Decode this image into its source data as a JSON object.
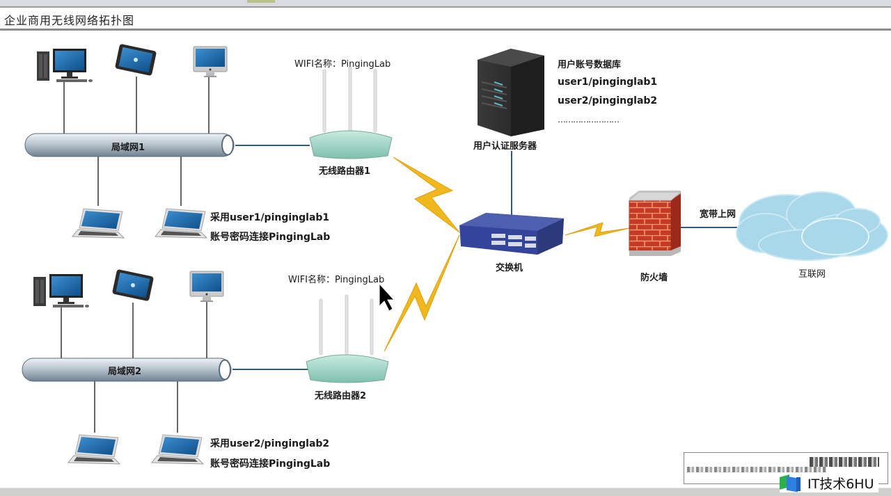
{
  "window": {
    "title": "企业商用无线网络拓扑图"
  },
  "diagram": {
    "lans": [
      {
        "label": "局域网1"
      },
      {
        "label": "局域网2"
      }
    ],
    "routers": [
      {
        "label": "无线路由器1",
        "wifi_label": "WIFI名称：PingingLab"
      },
      {
        "label": "无线路由器2",
        "wifi_label": "WIFI名称：PingingLab"
      }
    ],
    "lan1_note": [
      "采用user1/pinginglab1",
      "账号密码连接PingingLab"
    ],
    "lan2_note": [
      "采用user2/pinginglab2",
      "账号密码连接PingingLab"
    ],
    "auth_server": {
      "label": "用户认证服务器",
      "db_title": "用户账号数据库",
      "accounts": [
        "user1/pinginglab1",
        "user2/pinginglab2",
        "……………………"
      ]
    },
    "switch": {
      "label": "交换机"
    },
    "firewall": {
      "label": "防火墙"
    },
    "uplink": {
      "label": "宽带上网"
    },
    "internet": {
      "label": "互联网"
    },
    "colors": {
      "pipe": "#b8c6d0",
      "router": "#9fd3c3",
      "wireless_link": "#f0b81c",
      "switch": "#3a4a96",
      "firewall_brick": "#c0392b",
      "cloud": "#a9d8ea",
      "wire": "#2e5d77"
    }
  },
  "watermark": {
    "brand_text": "IT技术6HU"
  }
}
